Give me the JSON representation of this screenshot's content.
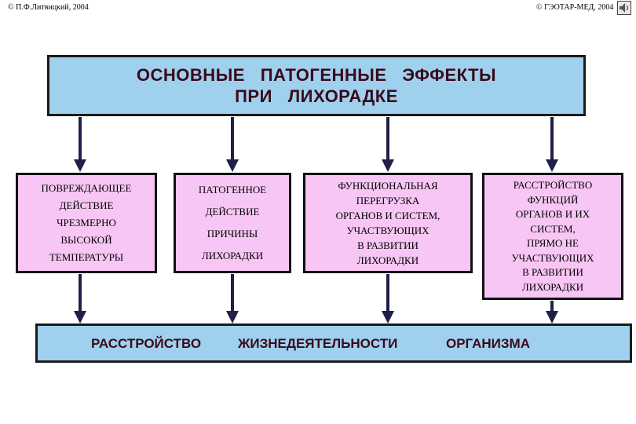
{
  "header": {
    "copyright_left": "© П.Ф.Литвицкий, 2004",
    "copyright_right": "© ГЭОТАР-МЕД, 2004"
  },
  "title": {
    "line1": "ОСНОВНЫЕ   ПАТОГЕННЫЕ   ЭФФЕКТЫ",
    "line2": "ПРИ   ЛИХОРАДКЕ"
  },
  "boxes": [
    {
      "lines": [
        "ПОВРЕЖДАЮЩЕЕ",
        "ДЕЙСТВИЕ",
        "ЧРЕЗМЕРНО",
        "ВЫСОКОЙ",
        "ТЕМПЕРАТУРЫ"
      ]
    },
    {
      "lines": [
        "ПАТОГЕННОЕ",
        "ДЕЙСТВИЕ",
        "ПРИЧИНЫ",
        "ЛИХОРАДКИ"
      ]
    },
    {
      "lines": [
        "ФУНКЦИОНАЛЬНАЯ",
        "ПЕРЕГРУЗКА",
        "ОРГАНОВ И СИСТЕМ,",
        "УЧАСТВУЮЩИХ",
        "В РАЗВИТИИ",
        "ЛИХОРАДКИ"
      ]
    },
    {
      "lines": [
        "РАССТРОЙСТВО",
        "ФУНКЦИЙ",
        "ОРГАНОВ  И  ИХ",
        "СИСТЕМ,",
        "ПРЯМО  НЕ",
        "УЧАСТВУЮЩИХ",
        "В  РАЗВИТИИ",
        "ЛИХОРАДКИ"
      ]
    }
  ],
  "result": {
    "word1": "РАССТРОЙСТВО",
    "word2": "ЖИЗНЕДЕЯТЕЛЬНОСТИ",
    "word3": "ОРГАНИЗМА"
  },
  "icons": {
    "nav": "speaker-nav-icon"
  },
  "colors": {
    "title_fill": "#9fd0ee",
    "box_fill": "#f8c6f4",
    "arrow": "#1f1f4a",
    "title_text": "#3a0a1a"
  }
}
